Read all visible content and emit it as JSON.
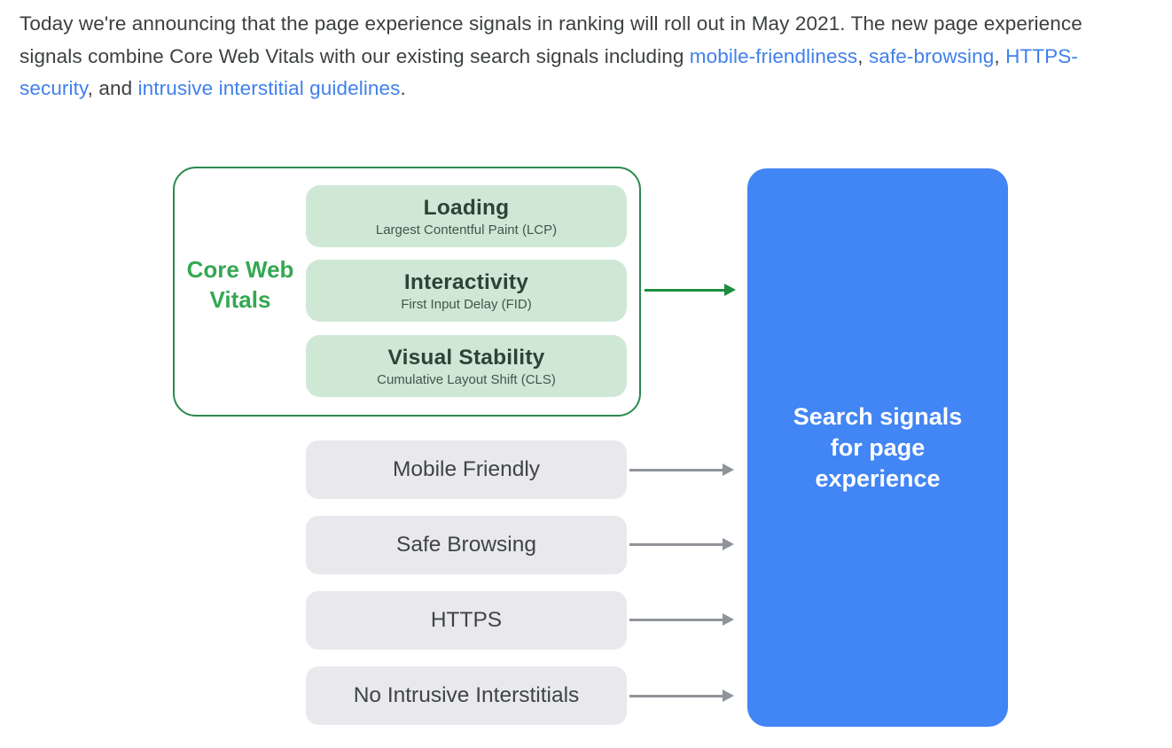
{
  "intro": {
    "segments": [
      {
        "text": "Today we're announcing that the page experience signals in ranking will roll out in May 2021. The new page experience signals combine Core Web Vitals with our existing search signals including "
      },
      {
        "text": "mobile-friendliness",
        "link": true
      },
      {
        "text": ", "
      },
      {
        "text": "safe-browsing",
        "link": true
      },
      {
        "text": ", "
      },
      {
        "text": "HTTPS-security",
        "link": true
      },
      {
        "text": ", and "
      },
      {
        "text": "intrusive interstitial guidelines",
        "link": true
      },
      {
        "text": "."
      }
    ]
  },
  "diagram": {
    "core_web_vitals": {
      "label": "Core Web Vitals",
      "cards": [
        {
          "title": "Loading",
          "subtitle": "Largest Contentful Paint (LCP)"
        },
        {
          "title": "Interactivity",
          "subtitle": "First Input Delay (FID)"
        },
        {
          "title": "Visual Stability",
          "subtitle": "Cumulative Layout Shift (CLS)"
        }
      ]
    },
    "other_signals": [
      {
        "label": "Mobile Friendly"
      },
      {
        "label": "Safe Browsing"
      },
      {
        "label": "HTTPS"
      },
      {
        "label": "No Intrusive Interstitials"
      }
    ],
    "result": {
      "label": "Search signals for page experience"
    },
    "colors": {
      "green_border": "#2b8a4d",
      "green_arrow": "#1e8e3e",
      "core_web_vitals_label": "#34a853",
      "green_card_bg": "#cee8d5",
      "gray_card_bg": "#e9e9ed",
      "gray_arrow": "#8f9499",
      "blue_box_bg": "#4285f4",
      "link_blue": "#4080ec"
    }
  }
}
